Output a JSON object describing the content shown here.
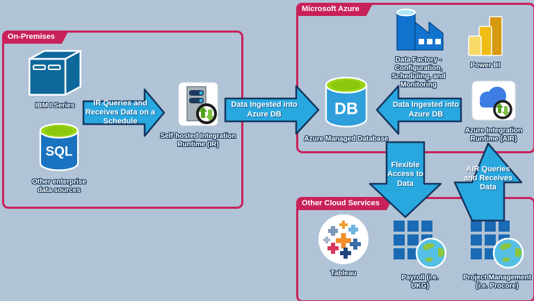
{
  "colors": {
    "background": "#b1c3d6",
    "group_border": "#c9215a",
    "arrow_fill": "#29a8e0",
    "arrow_outline": "#15375f",
    "label_text": "#ffffff"
  },
  "groups": {
    "on_premises": {
      "label": "On-Premises"
    },
    "azure": {
      "label": "Microsoft Azure"
    },
    "other_cloud": {
      "label": "Other Cloud Services"
    }
  },
  "nodes": {
    "ibm_i_series": {
      "label": "IBM I Series"
    },
    "sql_source": {
      "label": "Other enterprise data sources",
      "icon_text": "SQL"
    },
    "self_hosted_ir": {
      "label": "Self-hosted Integration Runtime (IR)"
    },
    "azure_db": {
      "label": "Azure Managed Database",
      "icon_text": "DB"
    },
    "data_factory": {
      "label": "Data Factory - Configuration, Scheduling, and Monitoring"
    },
    "power_bi": {
      "label": "Power BI"
    },
    "azure_ir": {
      "label": "Azure Integration Runtime (AIR)"
    },
    "tableau": {
      "label": "Tableau"
    },
    "payroll": {
      "label": "Payroll (i.e. UKG)"
    },
    "project_management": {
      "label": "Project Management (i.e. Procore)"
    }
  },
  "arrows": {
    "ir_queries": {
      "label": "IR Queries and Receives Data on a Schedule",
      "direction": "right"
    },
    "ingest_to_azure": {
      "label": "Data Ingested into Azure DB",
      "direction": "right"
    },
    "ingest_from_air": {
      "label": "Data Ingested into Azure DB",
      "direction": "left"
    },
    "flexible_access": {
      "label": "Flexible Access to Data",
      "direction": "down"
    },
    "air_queries": {
      "label": "AIR Queries and Receives Data",
      "direction": "up"
    }
  }
}
